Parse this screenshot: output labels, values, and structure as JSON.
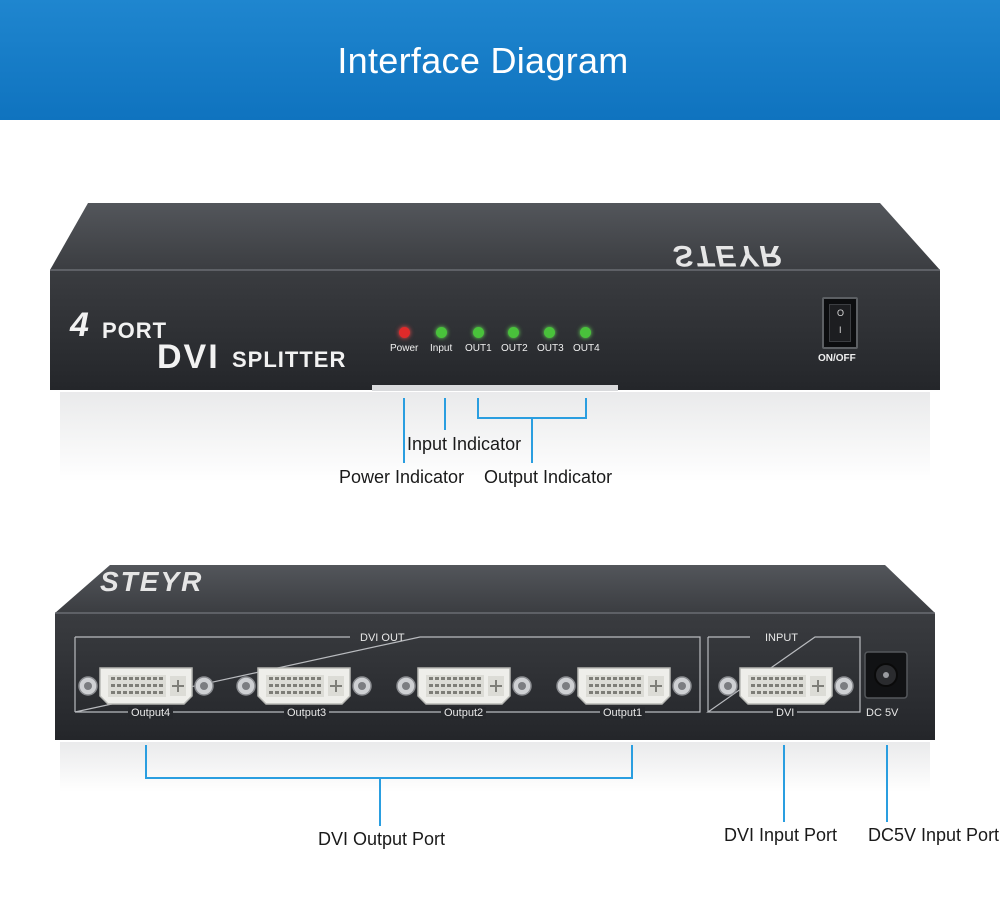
{
  "header": {
    "title": "Interface Diagram"
  },
  "front_panel": {
    "brand": "STEYR",
    "model_line1": "4",
    "model_line1b": "PORT",
    "model_line2": "DVI",
    "model_line2b": "SPLITTER",
    "leds": [
      {
        "label": "Power",
        "color": "#e02a2a"
      },
      {
        "label": "Input",
        "color": "#49c23b"
      },
      {
        "label": "OUT1",
        "color": "#49c23b"
      },
      {
        "label": "OUT2",
        "color": "#49c23b"
      },
      {
        "label": "OUT3",
        "color": "#49c23b"
      },
      {
        "label": "OUT4",
        "color": "#49c23b"
      }
    ],
    "switch_label": "ON/OFF",
    "switch_on": "O",
    "switch_off": "I"
  },
  "back_panel": {
    "brand": "STEYR",
    "dvi_out_label": "DVI OUT",
    "input_label": "INPUT",
    "outputs": [
      "Output4",
      "Output3",
      "Output2",
      "Output1"
    ],
    "input_port": "DVI",
    "power_port": "DC 5V"
  },
  "callouts": {
    "input_indicator": "Input Indicator",
    "power_indicator": "Power Indicator",
    "output_indicator": "Output Indicator",
    "dvi_output_port": "DVI Output Port",
    "dvi_input_port": "DVI Input Port",
    "dc5v_input_port": "DC5V Input Port"
  },
  "colors": {
    "banner": "#1279c4",
    "device_body": "#2f3134",
    "pointer": "#2a9ee0"
  }
}
